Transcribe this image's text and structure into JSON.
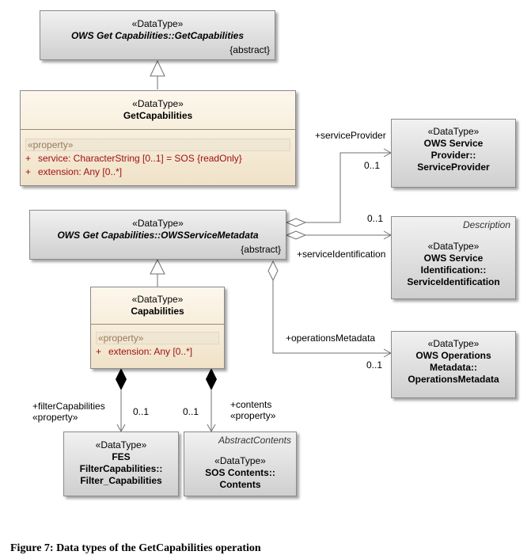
{
  "classes": {
    "ows_getcapabilities": {
      "stereotype": "«DataType»",
      "name": "OWS Get Capabilities::GetCapabilities",
      "constraint": "{abstract}"
    },
    "getcapabilities": {
      "stereotype": "«DataType»",
      "name": "GetCapabilities",
      "section": "«property»",
      "attributes": [
        {
          "vis": "+",
          "text": "service:  CharacterString [0..1] = SOS {readOnly}"
        },
        {
          "vis": "+",
          "text": "extension:  Any [0..*]"
        }
      ]
    },
    "service_provider": {
      "stereotype": "«DataType»",
      "name_lines": [
        "OWS Service",
        "Provider::",
        "ServiceProvider"
      ]
    },
    "service_identification": {
      "label": "Description",
      "stereotype": "«DataType»",
      "name_lines": [
        "OWS Service",
        "Identification::",
        "ServiceIdentification"
      ]
    },
    "ows_service_metadata": {
      "stereotype": "«DataType»",
      "name": "OWS Get Capabilities::OWSServiceMetadata",
      "constraint": "{abstract}"
    },
    "capabilities": {
      "stereotype": "«DataType»",
      "name": "Capabilities",
      "section": "«property»",
      "attributes": [
        {
          "vis": "+",
          "text": "extension:  Any [0..*]"
        }
      ]
    },
    "operations_metadata": {
      "stereotype": "«DataType»",
      "name_lines": [
        "OWS Operations",
        "Metadata::",
        "OperationsMetadata"
      ]
    },
    "filter_capabilities": {
      "stereotype": "«DataType»",
      "name_lines": [
        "FES",
        "FilterCapabilities::",
        "Filter_Capabilities"
      ]
    },
    "contents": {
      "label": "AbstractContents",
      "stereotype": "«DataType»",
      "name_lines": [
        "SOS Contents::",
        "Contents"
      ]
    }
  },
  "associations": {
    "service_provider": {
      "role": "+serviceProvider",
      "multiplicity": "0..1"
    },
    "service_identification": {
      "role": "+serviceIdentification",
      "multiplicity": "0..1"
    },
    "operations_metadata": {
      "role": "+operationsMetadata",
      "multiplicity": "0..1"
    },
    "filter_capabilities": {
      "role": "+filterCapabilities",
      "stereotype": "«property»",
      "multiplicity_source": "0..1"
    },
    "contents": {
      "role": "+contents",
      "stereotype": "«property»",
      "multiplicity_source": "0..1"
    }
  },
  "caption": "Figure 7: Data types of the GetCapabilities operation"
}
